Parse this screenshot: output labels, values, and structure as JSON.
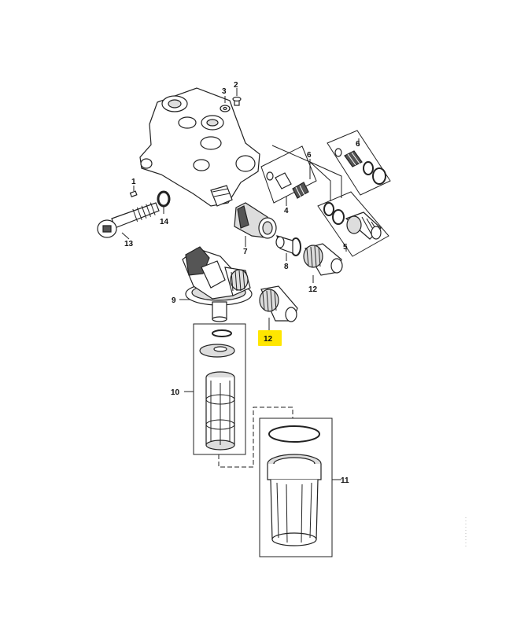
{
  "highlight_color": "#ffe600",
  "highlighted_part": "12",
  "labels": {
    "p1": "1",
    "p2": "2",
    "p3": "3",
    "p4": "4",
    "p5": "5",
    "p6a": "6",
    "p6b": "6",
    "p7": "7",
    "p8": "8",
    "p9": "9",
    "p10": "10",
    "p11": "11",
    "p12a": "12",
    "p12b": "12",
    "p13": "13",
    "p14": "14"
  }
}
